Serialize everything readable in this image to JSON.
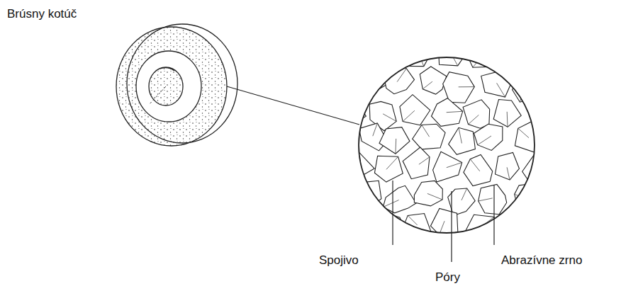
{
  "diagram": {
    "labels": [
      "Brúsny kotúč",
      "Spojivo",
      "Póry",
      "Abrazívne zrno"
    ]
  }
}
